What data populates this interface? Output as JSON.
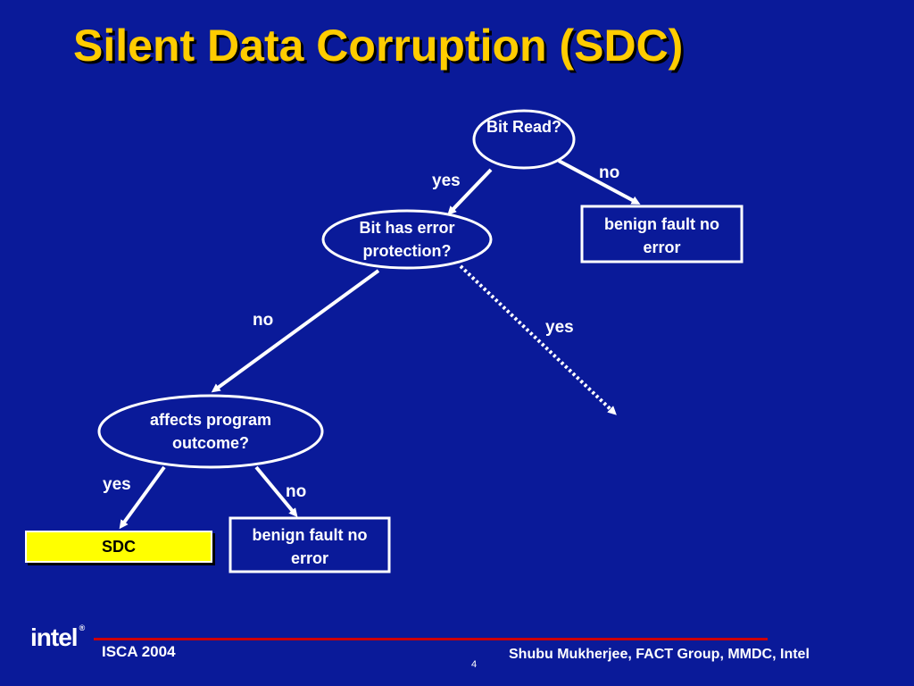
{
  "slide": {
    "title": "Silent Data Corruption (SDC)",
    "logo_text": "intel",
    "logo_reg": "®",
    "footer_left": "ISCA 2004",
    "footer_right": "Shubu Mukherjee, FACT Group, MMDC, Intel",
    "page_number": "4"
  },
  "diagram": {
    "nodes": {
      "bit_read": "Bit Read?",
      "error_protection": "Bit has error protection?",
      "affects_outcome": "affects program outcome?",
      "benign_1": "benign fault no error",
      "benign_2": "benign fault no error",
      "sdc": "SDC"
    },
    "edges": {
      "bit_read_yes": "yes",
      "bit_read_no": "no",
      "protection_no": "no",
      "protection_yes": "yes",
      "affects_yes": "yes",
      "affects_no": "no"
    }
  },
  "colors": {
    "background": "#0a1a99",
    "title": "#ffcc00",
    "sdc_box": "#ffff00",
    "rule": "#cc0000"
  }
}
